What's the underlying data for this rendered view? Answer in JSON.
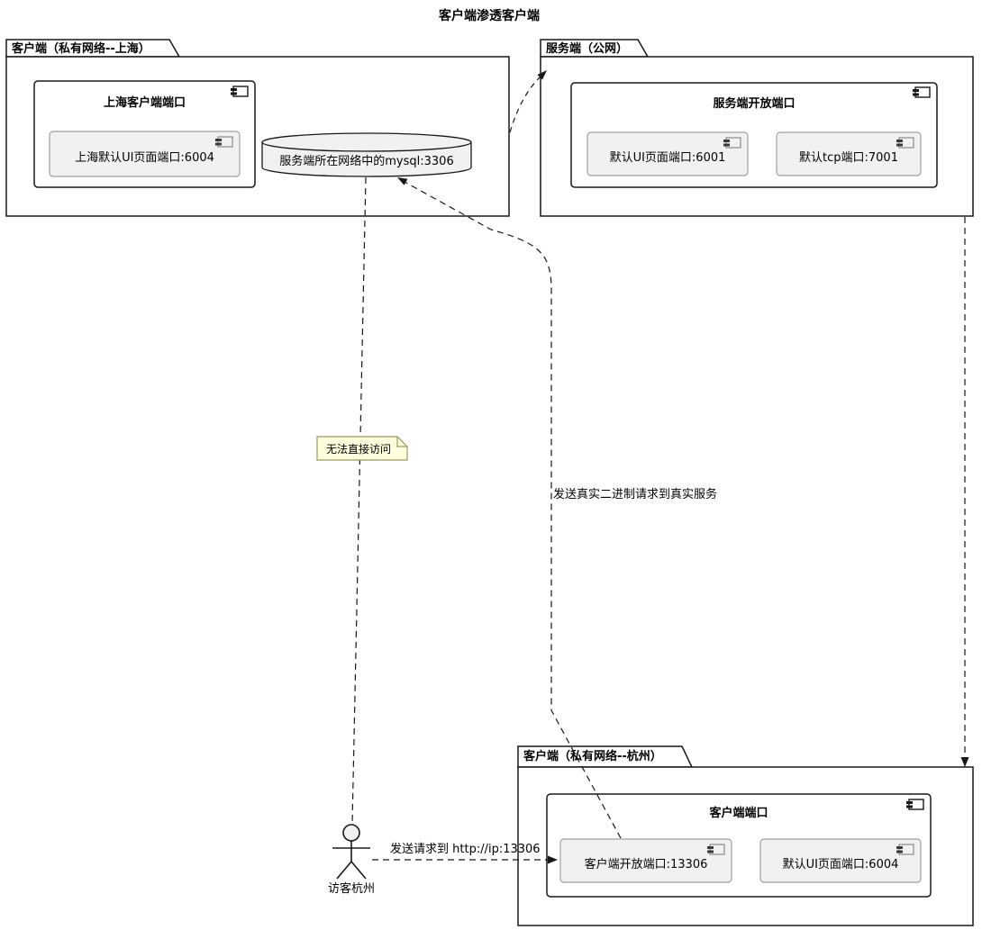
{
  "diagram": {
    "title": "客户端渗透客户端",
    "packages": [
      {
        "id": "shanghai",
        "label": "客户端（私有网络--上海）"
      },
      {
        "id": "server",
        "label": "服务端（公网）"
      },
      {
        "id": "hangzhou",
        "label": "客户端（私有网络--杭州）"
      }
    ],
    "components": [
      {
        "id": "shanghai-ports",
        "title": "上海客户端端口",
        "children": [
          "上海默认UI页面端口:6004"
        ]
      },
      {
        "id": "server-ports",
        "title": "服务端开放端口",
        "children": [
          "默认UI页面端口:6001",
          "默认tcp端口:7001"
        ]
      },
      {
        "id": "hangzhou-ports",
        "title": "客户端端口",
        "children": [
          "客户端开放端口:13306",
          "默认UI页面端口:6004"
        ]
      }
    ],
    "database": {
      "label": "服务端所在网络中的mysql:3306"
    },
    "actor": {
      "label": "访客杭州"
    },
    "note": {
      "text": "无法直接访问"
    },
    "edge_labels": {
      "binary_request": "发送真实二进制请求到真实服务",
      "http_request": "发送请求到 http://ip:13306"
    },
    "colors": {
      "border": "#181818",
      "inner_border": "#A0A0A0",
      "component_fill": "#F1F1F1",
      "note_fill": "#FEFFDD",
      "note_border": "#999966",
      "white": "#FFFFFF"
    }
  }
}
